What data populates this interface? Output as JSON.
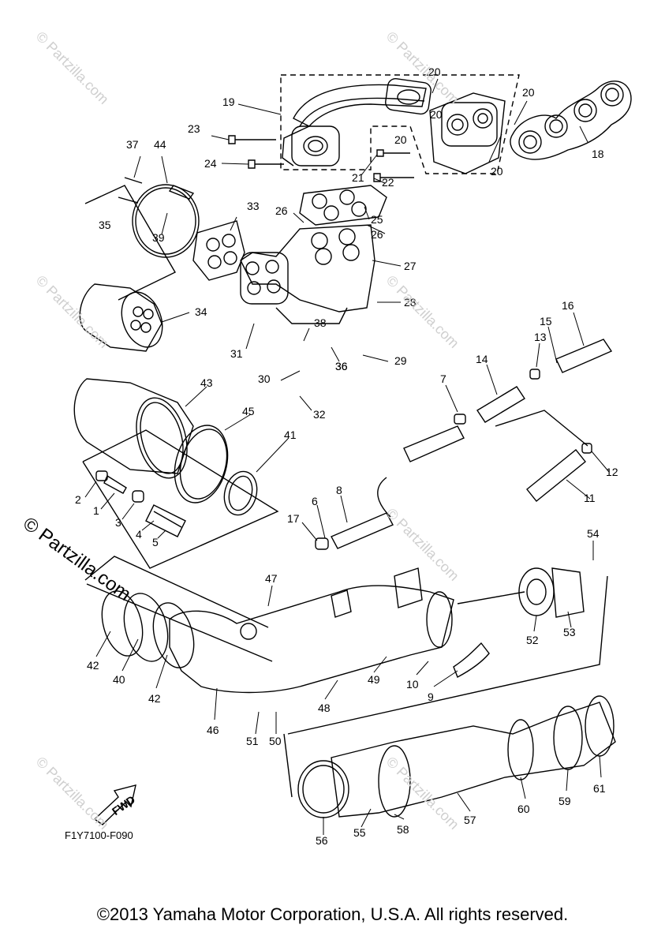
{
  "figure_code": "F1Y7100-F090",
  "fwd_label": "FWD",
  "copyright": "©2013 Yamaha Motor Corporation, U.S.A. All rights reserved.",
  "watermark_primary": "© Partzilla.com",
  "watermark": "© Partzilla.com",
  "callouts": [
    "19",
    "20",
    "20",
    "20",
    "20",
    "20",
    "23",
    "24",
    "21",
    "22",
    "18",
    "37",
    "44",
    "35",
    "39",
    "33",
    "26",
    "25",
    "26",
    "27",
    "36",
    "34",
    "28",
    "31",
    "38",
    "36",
    "29",
    "30",
    "32",
    "16",
    "15",
    "13",
    "14",
    "7",
    "43",
    "45",
    "41",
    "12",
    "11",
    "2",
    "1",
    "3",
    "4",
    "5",
    "6",
    "8",
    "17",
    "54",
    "47",
    "42",
    "40",
    "42",
    "46",
    "51",
    "50",
    "48",
    "49",
    "10",
    "9",
    "52",
    "53",
    "56",
    "55",
    "58",
    "57",
    "60",
    "59",
    "61"
  ]
}
